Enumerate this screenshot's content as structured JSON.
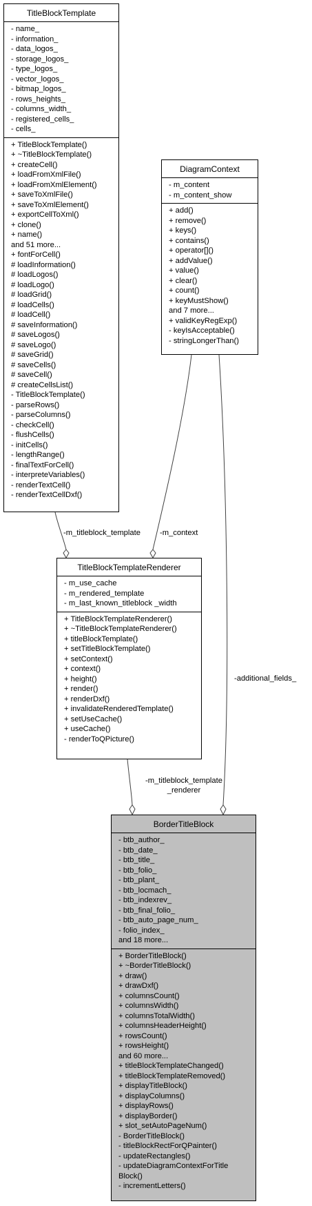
{
  "classes": {
    "tbt": {
      "title": "TitleBlockTemplate",
      "attributes": [
        "- name_",
        "- information_",
        "- data_logos_",
        "- storage_logos_",
        "- type_logos_",
        "- vector_logos_",
        "- bitmap_logos_",
        "- rows_heights_",
        "- columns_width_",
        "- registered_cells_",
        "- cells_"
      ],
      "methods": [
        "+ TitleBlockTemplate()",
        "+ ~TitleBlockTemplate()",
        "+ createCell()",
        "+ loadFromXmlFile()",
        "+ loadFromXmlElement()",
        "+ saveToXmlFile()",
        "+ saveToXmlElement()",
        "+ exportCellToXml()",
        "+ clone()",
        "+ name()",
        "and 51 more...",
        "+ fontForCell()",
        "# loadInformation()",
        "# loadLogos()",
        "# loadLogo()",
        "# loadGrid()",
        "# loadCells()",
        "# loadCell()",
        "# saveInformation()",
        "# saveLogos()",
        "# saveLogo()",
        "# saveGrid()",
        "# saveCells()",
        "# saveCell()",
        "# createCellsList()",
        "- TitleBlockTemplate()",
        "- parseRows()",
        "- parseColumns()",
        "- checkCell()",
        "- flushCells()",
        "- initCells()",
        "- lengthRange()",
        "- finalTextForCell()",
        "- interpreteVariables()",
        "- renderTextCell()",
        "- renderTextCellDxf()"
      ]
    },
    "dc": {
      "title": "DiagramContext",
      "attributes": [
        "- m_content",
        "- m_content_show"
      ],
      "methods": [
        "+ add()",
        "+ remove()",
        "+ keys()",
        "+ contains()",
        "+ operator[]()",
        "+ addValue()",
        "+ value()",
        "+ clear()",
        "+ count()",
        "+ keyMustShow()",
        "and 7 more...",
        "+ validKeyRegExp()",
        "- keyIsAcceptable()",
        "- stringLongerThan()"
      ]
    },
    "tbtr": {
      "title": "TitleBlockTemplateRenderer",
      "attributes": [
        "- m_use_cache",
        "- m_rendered_template",
        "- m_last_known_titleblock _width"
      ],
      "methods": [
        "+ TitleBlockTemplateRenderer()",
        "+ ~TitleBlockTemplateRenderer()",
        "+ titleBlockTemplate()",
        "+ setTitleBlockTemplate()",
        "+ setContext()",
        "+ context()",
        "+ height()",
        "+ render()",
        "+ renderDxf()",
        "+ invalidateRenderedTemplate()",
        "+ setUseCache()",
        "+ useCache()",
        "- renderToQPicture()"
      ]
    },
    "btb": {
      "title": "BorderTitleBlock",
      "attributes": [
        "- btb_author_",
        "- btb_date_",
        "- btb_title_",
        "- btb_folio_",
        "- btb_plant_",
        "- btb_locmach_",
        "- btb_indexrev_",
        "- btb_final_folio_",
        "- btb_auto_page_num_",
        "- folio_index_",
        "and 18 more..."
      ],
      "methods": [
        "+ BorderTitleBlock()",
        "+ ~BorderTitleBlock()",
        "+ draw()",
        "+ drawDxf()",
        "+ columnsCount()",
        "+ columnsWidth()",
        "+ columnsTotalWidth()",
        "+ columnsHeaderHeight()",
        "+ rowsCount()",
        "+ rowsHeight()",
        "and 60 more...",
        "+ titleBlockTemplateChanged()",
        "+ titleBlockTemplateRemoved()",
        "+ displayTitleBlock()",
        "+ displayColumns()",
        "+ displayRows()",
        "+ displayBorder()",
        "+ slot_setAutoPageNum()",
        "- BorderTitleBlock()",
        "- titleBlockRectForQPainter()",
        "- updateRectangles()",
        "- updateDiagramContextForTitle Block()",
        "- incrementLetters()"
      ]
    }
  },
  "edges": {
    "tbt_to_tbtr": "-m_titleblock_template",
    "dc_to_tbtr": "-m_context",
    "tbtr_to_btb": "-m_titleblock_template _renderer",
    "dc_to_btb": "-additional_fields_"
  }
}
